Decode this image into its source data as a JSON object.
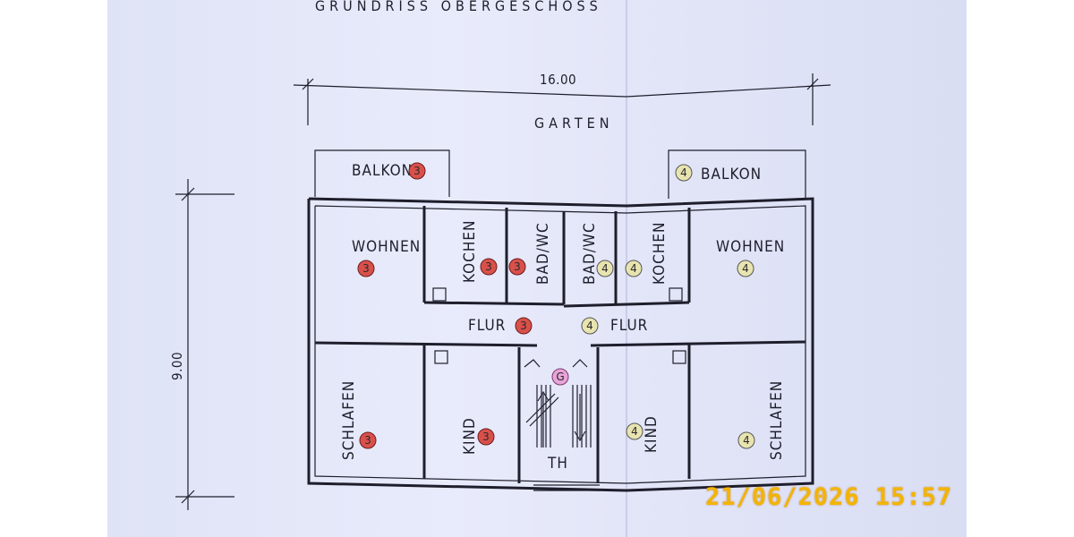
{
  "header": {
    "title": "GRUNDRISS OBERGESCHOSS",
    "garden": "GARTEN"
  },
  "dimensions": {
    "width": "16.00",
    "depth": "9.00"
  },
  "rooms": {
    "balkon_left": "BALKON",
    "balkon_right": "BALKON",
    "wohnen_left": "WOHNEN",
    "wohnen_right": "WOHNEN",
    "kochen_left": "KOCHEN",
    "kochen_right": "KOCHEN",
    "bad_left": "BAD/WC",
    "bad_right": "BAD/WC",
    "flur_left": "FLUR",
    "flur_right": "FLUR",
    "schlafen_left": "SCHLAFEN",
    "schlafen_right": "SCHLAFEN",
    "kind_left": "KIND",
    "kind_right": "KIND",
    "stair": "TH"
  },
  "markers": {
    "unit_left": "3",
    "unit_right": "4",
    "stair": "G",
    "colors": {
      "unit_left": "#d9504a",
      "unit_right": "#e8e4b0",
      "stair": "#e8a4d8"
    }
  },
  "timestamp": "21/06/2026  15:57"
}
